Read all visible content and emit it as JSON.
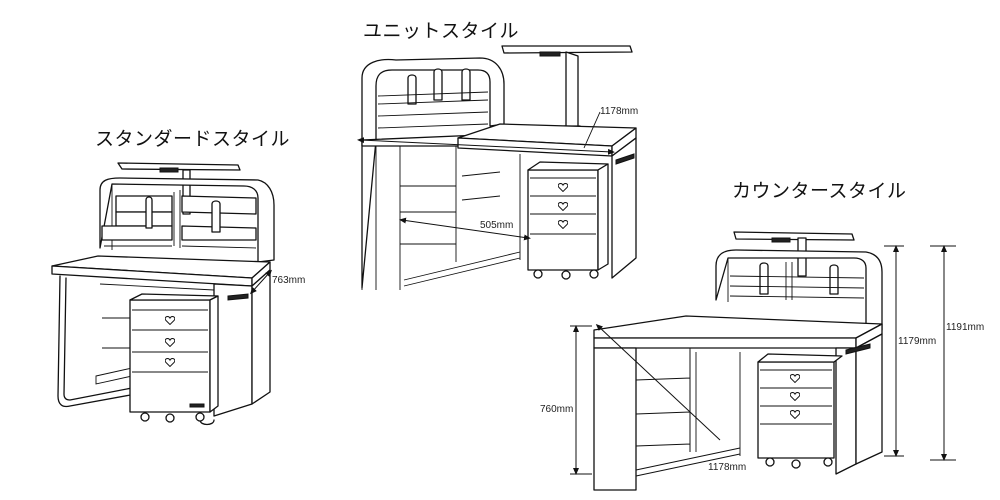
{
  "diagram": {
    "styles": [
      {
        "id": "standard",
        "title": "スタンダードスタイル"
      },
      {
        "id": "unit",
        "title": "ユニットスタイル"
      },
      {
        "id": "counter",
        "title": "カウンタースタイル"
      }
    ],
    "dimensions": {
      "standard_depth": "763mm",
      "unit_width": "1178mm",
      "unit_shelf_width": "505mm",
      "counter_width": "1178mm",
      "counter_height_desk": "760mm",
      "counter_height_hutch": "1179mm",
      "counter_height_total": "1191mm"
    }
  }
}
